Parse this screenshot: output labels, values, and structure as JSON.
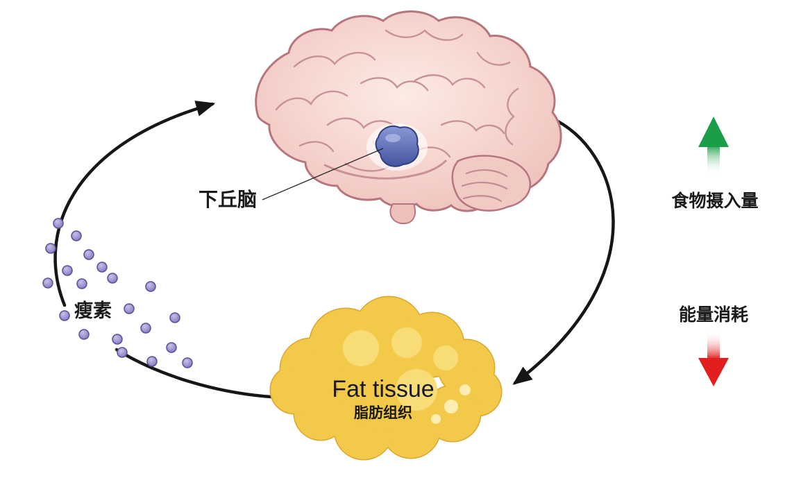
{
  "diagram": {
    "type": "biology-feedback-loop",
    "subject": "leptin regulation cycle between brain and fat tissue",
    "nodes": {
      "hypothalamus_label": "下丘脑",
      "leptin_label": "瘦素",
      "fat_tissue_label_en": "Fat tissue",
      "fat_tissue_label_zh": "脂肪组织"
    },
    "effects": {
      "food_intake": {
        "label": "食物摄入量",
        "direction": "up",
        "color": "#1a9e47"
      },
      "energy_expenditure": {
        "label": "能量消耗",
        "direction": "down",
        "color": "#e21f1f"
      }
    },
    "cycle": {
      "arrows": [
        {
          "from": "leptin",
          "to": "brain",
          "style": "curved-black"
        },
        {
          "from": "brain",
          "to": "fat-tissue",
          "style": "curved-black"
        },
        {
          "from": "fat-tissue",
          "to": "leptin",
          "style": "curved-black"
        }
      ],
      "arrow_color": "#161616"
    },
    "colors": {
      "brain_fill": "#f6d6cf",
      "brain_outline": "#b5767e",
      "brain_gyri": "#c28b92",
      "hypothalamus_blue": "#46539f",
      "fat_yellow": "#f3c94a",
      "fat_outline": "#d9a733",
      "fat_highlight": "#f8dc76",
      "leptin_purple": "#8478bd",
      "leptin_dot_stroke": "#5a4f96",
      "label_text": "#1a1a1a",
      "background": "#ffffff"
    }
  }
}
